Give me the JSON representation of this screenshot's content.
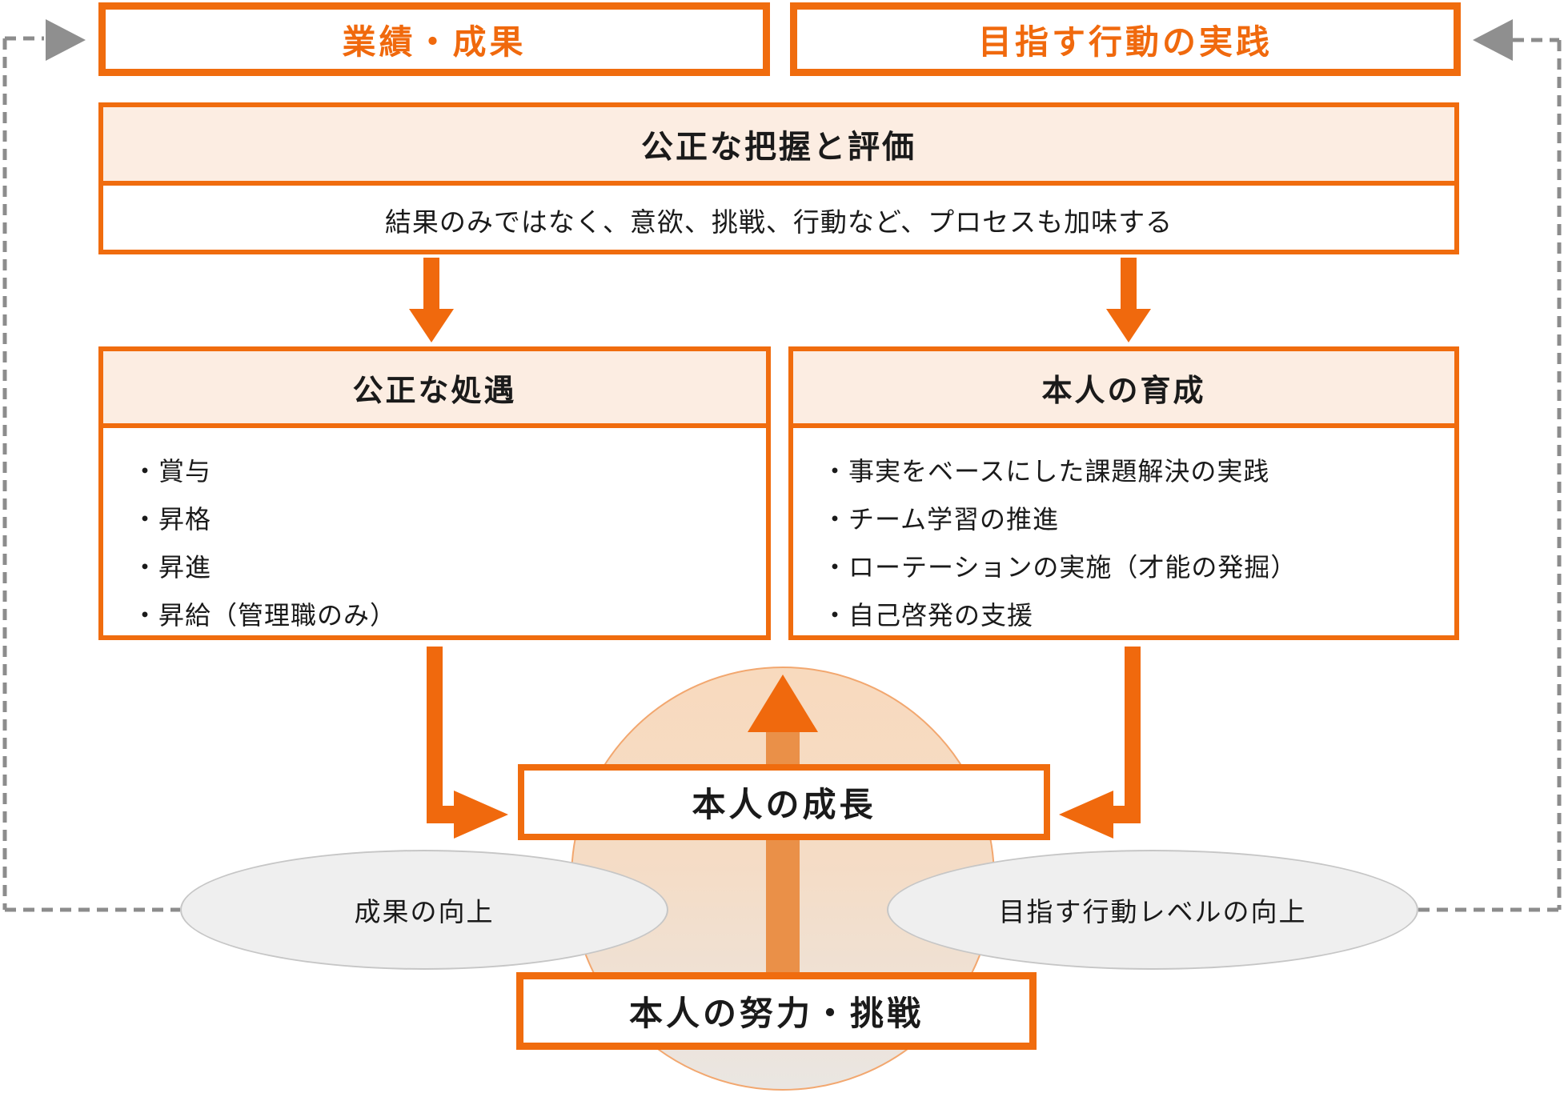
{
  "colors": {
    "accent_orange": "#f0690d",
    "border_orange": "#f06c0e",
    "soft_orange_shaft": "#ea9048",
    "circle_stroke": "#f2a76f",
    "peach_fill": "#fcede2",
    "circle_top_fill": "#f8dabe",
    "circle_bottom_fill": "#eae6e2",
    "gray_ellipse_fill": "#efefef",
    "dash_gray": "#8c8c8c",
    "triangle_gray": "#8f8f8f",
    "text_black": "#1a1a1a"
  },
  "top_row": {
    "left_box": "業績・成果",
    "right_box": "目指す行動の実践"
  },
  "evaluation": {
    "header": "公正な把握と評価",
    "body": "結果のみではなく、意欲、挑戦、行動など、プロセスも加味する"
  },
  "left_column": {
    "header": "公正な処遇",
    "items": [
      "・賞与",
      "・昇格",
      "・昇進",
      "・昇給（管理職のみ）"
    ]
  },
  "right_column": {
    "header": "本人の育成",
    "items": [
      "・事実をベースにした課題解決の実践",
      "・チーム学習の推進",
      "・ローテーションの実施（才能の発掘）",
      "・自己啓発の支援"
    ]
  },
  "center": {
    "growth_box": "本人の成長",
    "effort_box": "本人の努力・挑戦"
  },
  "ellipses": {
    "left": "成果の向上",
    "right": "目指す行動レベルの向上"
  }
}
